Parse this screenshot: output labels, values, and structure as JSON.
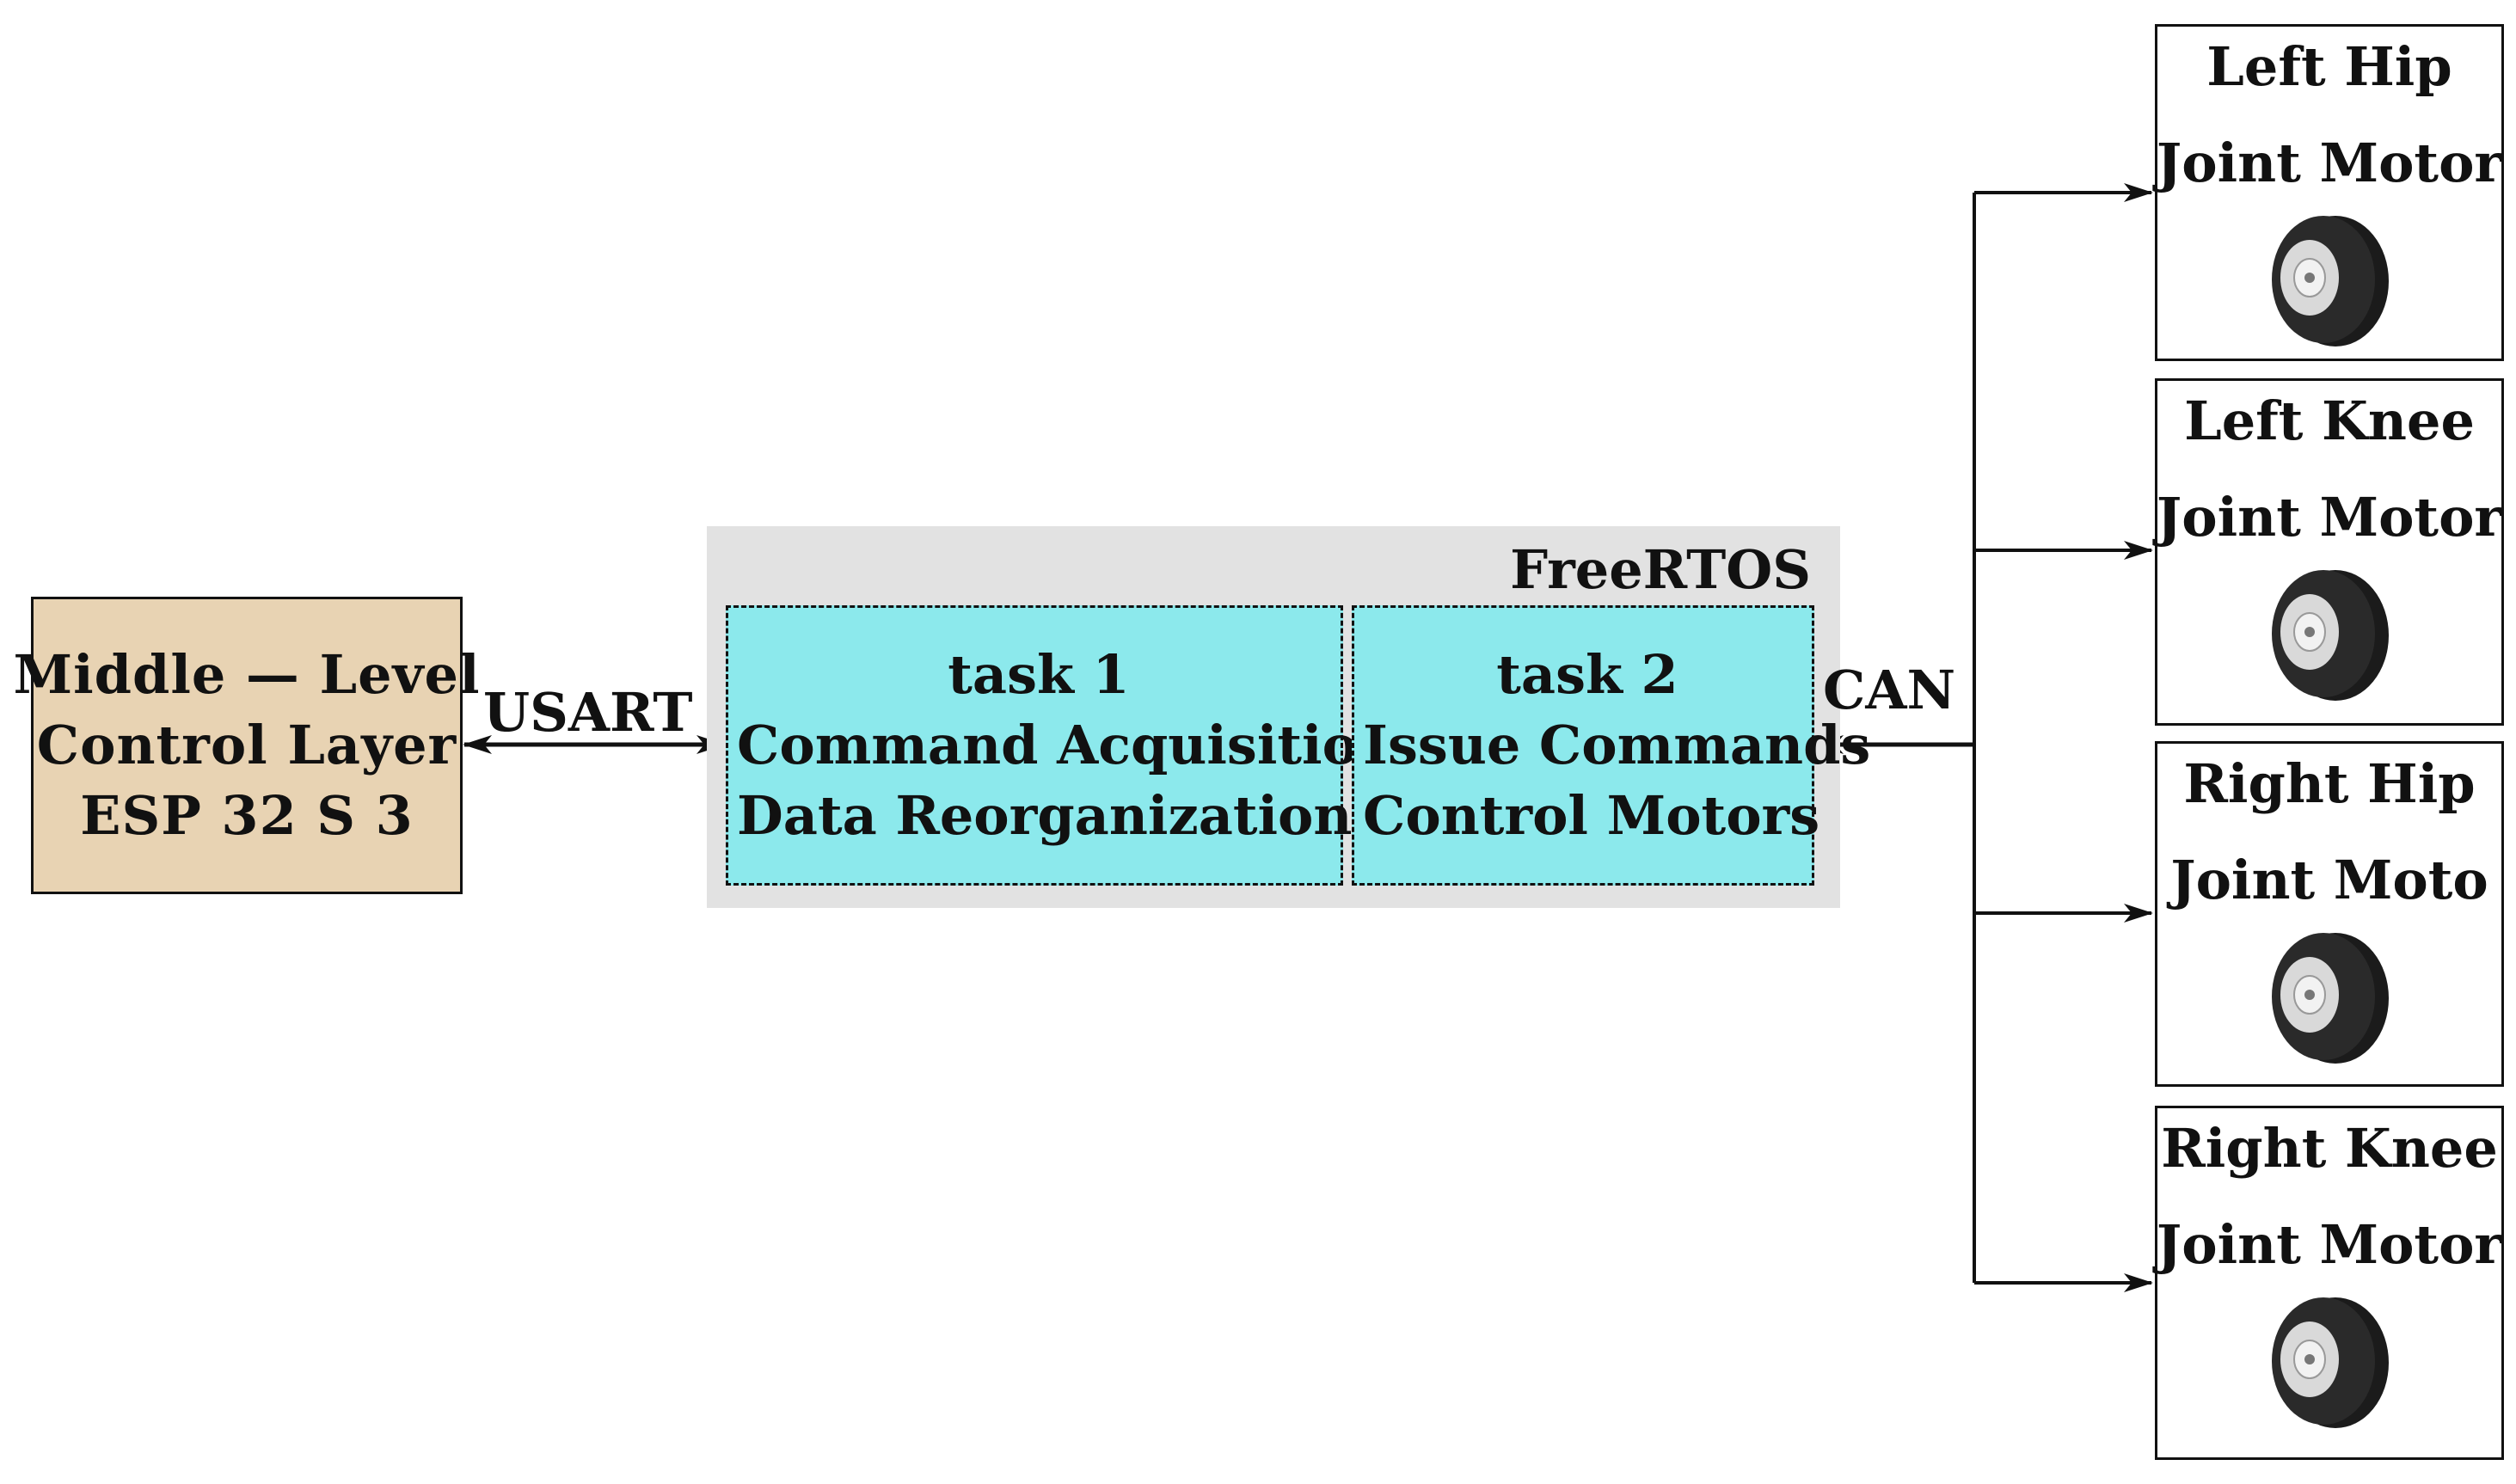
{
  "control_layer": {
    "line1": "Middle — Level",
    "line2": "Control  Layer",
    "line3": "ESP 32 S 3"
  },
  "links": {
    "usart": "USART",
    "can": "CAN"
  },
  "freertos": {
    "title": "FreeRTOS",
    "task1": {
      "name": "task 1",
      "line1": "Command  Acquisition",
      "line2": "Data  Reorganization"
    },
    "task2": {
      "name": "task 2",
      "line1": "Issue  Commands",
      "line2": "Control  Motors"
    }
  },
  "motors": [
    {
      "line1": "Left  Hip",
      "line2": "Joint  Motor"
    },
    {
      "line1": "Left  Knee",
      "line2": "Joint  Motor"
    },
    {
      "line1": "Right  Hip",
      "line2": "Joint  Moto"
    },
    {
      "line1": "Right  Knee",
      "line2": "Joint  Motor"
    }
  ],
  "colors": {
    "control_fill": "#e8d3b3",
    "freertos_fill": "#e2e2e2",
    "task_fill": "#8ce9ec",
    "line": "#111111"
  },
  "icons": [
    "motor-icon"
  ]
}
